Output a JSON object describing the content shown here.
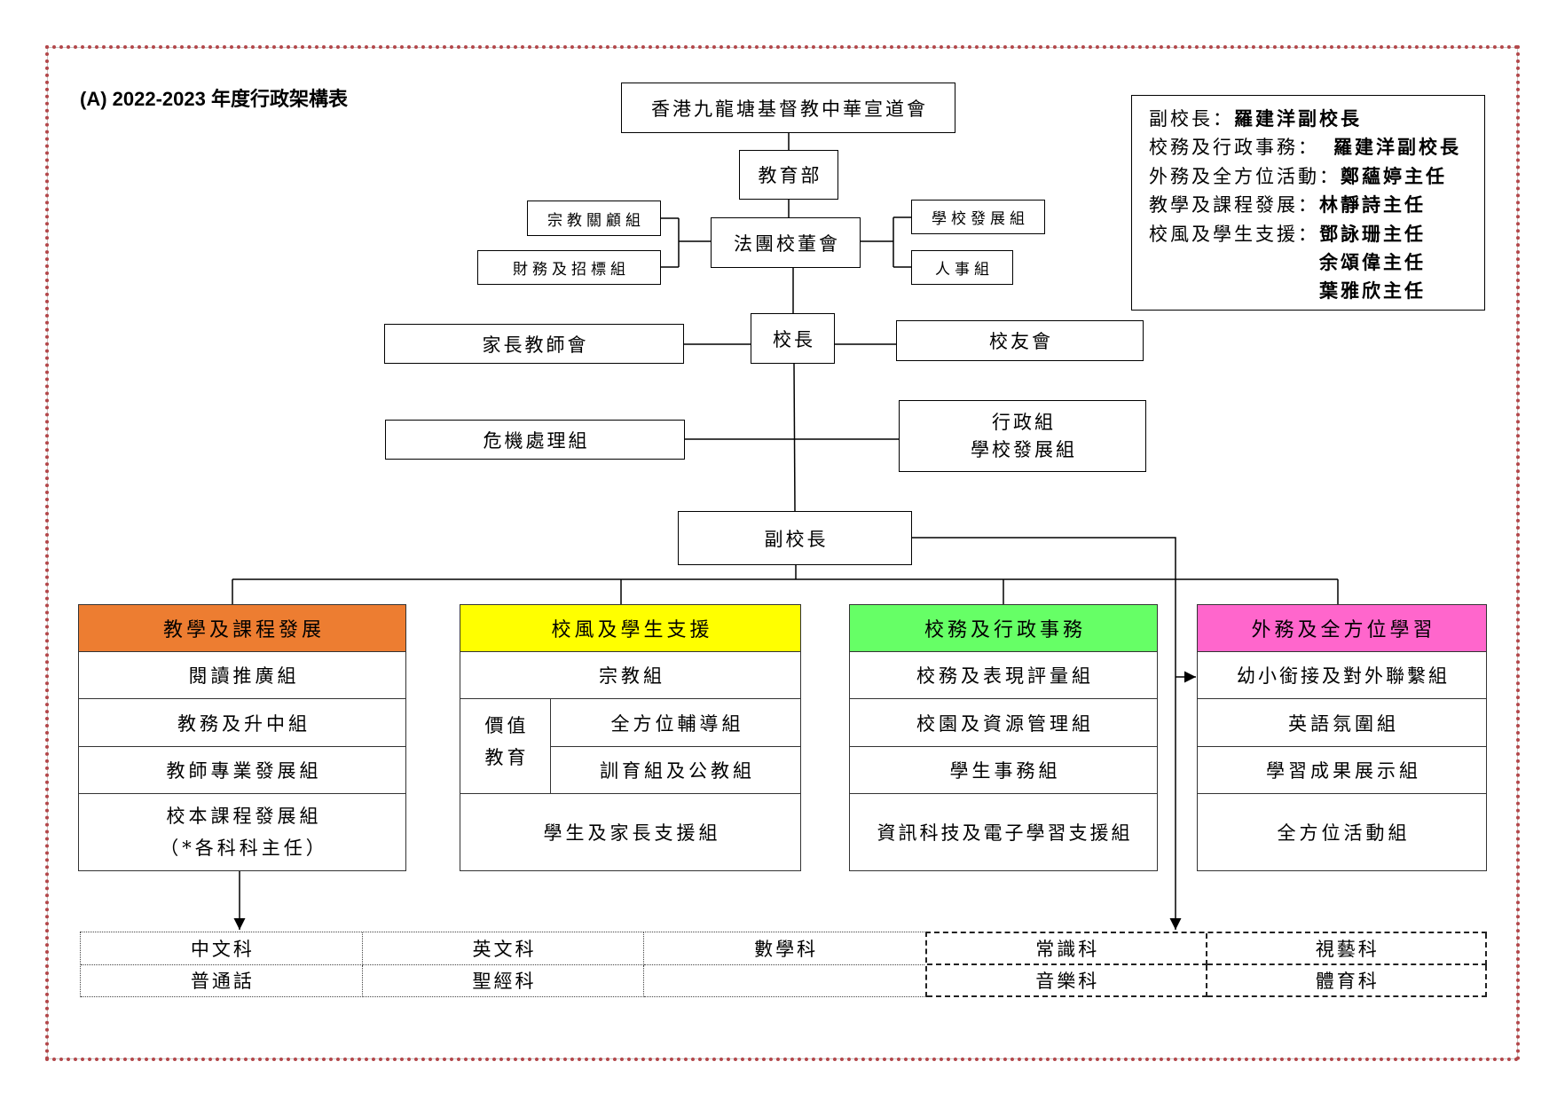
{
  "title": "(A) 2022-2023 年度行政架構表",
  "org": {
    "sponsor": "香港九龍塘基督教中華宣道會",
    "education_department": "教育部",
    "incorporated_management_committee": "法團校董會",
    "imc_left_groups": [
      "宗教關顧組",
      "財務及招標組"
    ],
    "imc_right_groups": [
      "學校發展組",
      "人事組"
    ],
    "principal": "校長",
    "parent_teacher_association": "家長教師會",
    "alumni_association": "校友會",
    "crisis_management_group": "危機處理組",
    "admin_group_lines": [
      "行政組",
      "學校發展組"
    ],
    "vice_principal": "副校長"
  },
  "info_box": {
    "lines": [
      {
        "label": "副校長：",
        "name": "羅建洋副校長"
      },
      {
        "label": "校務及行政事務：",
        "name": "羅建洋副校長"
      },
      {
        "label": "外務及全方位活動：",
        "name": "鄭蘊婷主任"
      },
      {
        "label": "教學及課程發展：",
        "name": "林靜詩主任"
      },
      {
        "label": "校風及學生支援：",
        "name": "鄧詠珊主任"
      },
      {
        "name": "余頌偉主任"
      },
      {
        "name": "葉雅欣主任"
      }
    ]
  },
  "columns": [
    {
      "header": "教學及課程發展",
      "color": "#ED7D31",
      "rows": [
        "閱讀推廣組",
        "教務及升中組",
        "教師專業發展組",
        "校本課程發展組"
      ],
      "note": "（*各科科主任）"
    },
    {
      "header": "校風及學生支援",
      "color": "#FFFF00",
      "rows": [
        "宗教組",
        "學生及家長支援組"
      ],
      "value_education": {
        "label": [
          "價值",
          "教育"
        ],
        "groups": [
          "全方位輔導組",
          "訓育組及公教組"
        ]
      }
    },
    {
      "header": "校務及行政事務",
      "color": "#66FF66",
      "rows": [
        "校務及表現評量組",
        "校園及資源管理組",
        "學生事務組",
        "資訊科技及電子學習支援組"
      ]
    },
    {
      "header": "外務及全方位學習",
      "color": "#FF66CC",
      "rows": [
        "幼小銜接及對外聯繫組",
        "英語氛圍組",
        "學習成果展示組",
        "全方位活動組"
      ]
    }
  ],
  "subjects": {
    "rows": [
      [
        "中文科",
        "英文科",
        "數學科",
        "常識科",
        "視藝科"
      ],
      [
        "普通話",
        "聖經科",
        "",
        "音樂科",
        "體育科"
      ]
    ]
  }
}
